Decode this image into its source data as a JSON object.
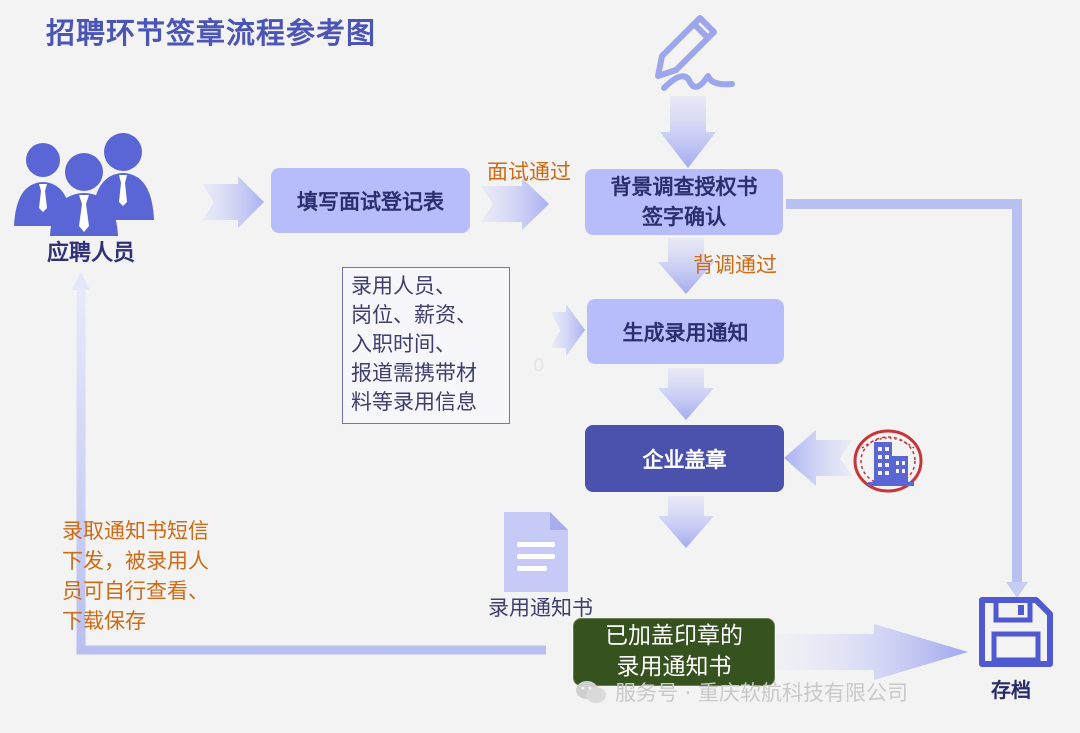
{
  "title": "招聘环节签章流程参考图",
  "applicant": {
    "label": "应聘人员"
  },
  "steps": {
    "fill_form": "填写面试登记表",
    "background": [
      "背景调查授权书",
      "签字确认"
    ],
    "generate": "生成录用通知",
    "seal": "企业盖章",
    "final": [
      "已加盖印章的",
      "录用通知书"
    ]
  },
  "edges": {
    "interview_pass": "面试通过",
    "background_pass": "背调通过"
  },
  "offer_info": [
    "录用人员、",
    "岗位、薪资、",
    "入职时间、",
    "报道需携带材",
    "料等录用信息"
  ],
  "stray_mark": "0",
  "document_label": "录用通知书",
  "sms_note": [
    "录取通知书短信",
    "下发，被录用人",
    "员可自行查看、",
    "下载保存"
  ],
  "archive_label": "存档",
  "watermark": "服务号 · 重庆软航科技有限公司",
  "colors": {
    "accent": "#4b55b8",
    "light_box": "#b7bcfb",
    "seal_box": "#4a52ad",
    "final_box": "#36521f",
    "label_orange": "#cf6a15",
    "icon_blue": "#5b66d6"
  }
}
